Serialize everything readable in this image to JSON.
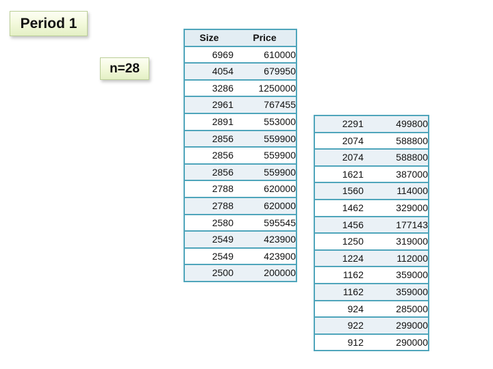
{
  "title": {
    "label": "Period 1"
  },
  "count_badge": {
    "label": "n=28"
  },
  "left_table": {
    "headers": [
      "Size",
      "Price"
    ],
    "rows": [
      [
        "6969",
        "610000"
      ],
      [
        "4054",
        "679950"
      ],
      [
        "3286",
        "1250000"
      ],
      [
        "2961",
        "767455"
      ],
      [
        "2891",
        "553000"
      ],
      [
        "2856",
        "559900"
      ],
      [
        "2856",
        "559900"
      ],
      [
        "2856",
        "559900"
      ],
      [
        "2788",
        "620000"
      ],
      [
        "2788",
        "620000"
      ],
      [
        "2580",
        "595545"
      ],
      [
        "2549",
        "423900"
      ],
      [
        "2549",
        "423900"
      ],
      [
        "2500",
        "200000"
      ]
    ]
  },
  "right_table": {
    "rows": [
      [
        "2291",
        "499800"
      ],
      [
        "2074",
        "588800"
      ],
      [
        "2074",
        "588800"
      ],
      [
        "1621",
        "387000"
      ],
      [
        "1560",
        "114000"
      ],
      [
        "1462",
        "329000"
      ],
      [
        "1456",
        "177143"
      ],
      [
        "1250",
        "319000"
      ],
      [
        "1224",
        "112000"
      ],
      [
        "1162",
        "359000"
      ],
      [
        "1162",
        "359000"
      ],
      [
        "924",
        "285000"
      ],
      [
        "922",
        "299000"
      ],
      [
        "912",
        "290000"
      ]
    ]
  },
  "colors": {
    "table_border": "#4fa5bb",
    "header_fill": "#e3edf3",
    "band_fill": "#eaf1f6",
    "label_fill_top": "#fdfef4",
    "label_fill_bottom": "#e4f0c5",
    "label_border": "#bccf98",
    "text": "#111111"
  }
}
